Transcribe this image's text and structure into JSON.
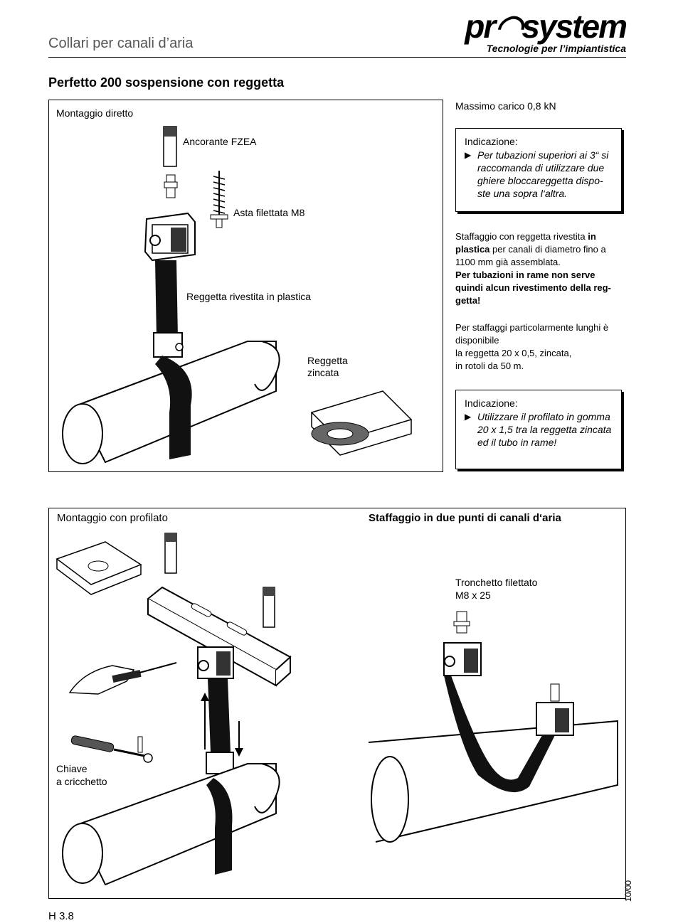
{
  "header": {
    "title": "Collari per canali d’aria",
    "logo_text": "pr◠system",
    "logo_tagline": "Tecnologie per l’impiantistica"
  },
  "section": {
    "title": "Perfetto 200 sospensione con reggetta"
  },
  "panel1": {
    "title": "Montaggio diretto",
    "labels": {
      "anchor": "Ancorante FZEA",
      "rod": "Asta filettata M8",
      "strap_plastic": "Reggetta rivestita in plastica",
      "strap_zinc_1": "Reggetta",
      "strap_zinc_2": "zincata"
    }
  },
  "right": {
    "max_load": "Massimo carico 0,8 kN",
    "note1": {
      "title": "Indicazione:",
      "lines": [
        "Per tubazioni superiori ai 3“ si",
        "raccomanda di utilizzare due",
        "ghiere bloccareggetta dispo-",
        "ste una sopra l‘altra."
      ]
    },
    "para1": {
      "l1a": "Staffaggio con reggetta rivestita ",
      "l1b": "in",
      "l2a": "plastica",
      "l2b": " per canali di diametro fino a",
      "l3": "1100 mm già assemblata.",
      "l4": "Per tubazioni in rame non serve",
      "l5": "quindi alcun rivestimento della reg-",
      "l6": "getta!"
    },
    "para2": {
      "lines": [
        "Per staffaggi particolarmente lunghi è",
        "disponibile",
        "la reggetta 20 x 0,5, zincata,",
        "in rotoli da 50 m."
      ]
    },
    "note2": {
      "title": "Indicazione:",
      "lines": [
        "Utilizzare il profilato in gomma",
        "20 x 1,5 tra la reggetta zincata",
        "ed il tubo in rame!"
      ]
    }
  },
  "panel2": {
    "title_left": "Montaggio con profilato",
    "title_right": "Staffaggio in due punti di canali d‘aria",
    "stud_1": "Tronchetto filettato",
    "stud_2": "M8 x 25",
    "wrench_1": "Chiave",
    "wrench_2": "a cricchetto"
  },
  "footer": {
    "page": "H 3.8",
    "date": "10/00"
  }
}
